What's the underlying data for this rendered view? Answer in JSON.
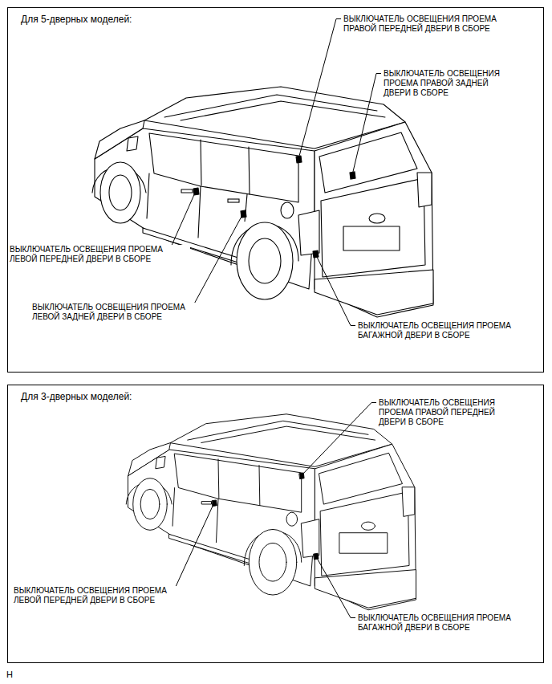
{
  "diagram": {
    "nodes": [
      {
        "text": [
          "Для 5-дверных моделей:"
        ]
      },
      {
        "text": [
          "Для 3-дверных моделей:"
        ]
      }
    ],
    "labels": [
      "ВЫКЛЮЧАТЕЛЬ ОСВЕЩЕНИЯ ПРОЕМА ПРАВОЙ ПЕРЕДНЕЙ ДВЕРИ В СБОРЕ",
      "ВЫКЛЮЧАТЕЛЬ ОСВЕЩЕНИЯ ПРОЕМА ПРАВОЙ ЗАДНЕЙ ДВЕРИ В СБОРЕ",
      "ВЫКЛЮЧАТЕЛЬ ОСВЕЩЕНИЯ ПРОЕМА ЛЕВОЙ ПЕРЕДНЕЙ ДВЕРИ В СБОРЕ",
      "ВЫКЛЮЧАТЕЛЬ ОСВЕЩЕНИЯ ПРОЕМА ЛЕВОЙ ЗАДНЕЙ ДВЕРИ В СБОРЕ",
      "ВЫКЛЮЧАТЕЛЬ ОСВЕЩЕНИЯ ПРОЕМА БАГАЖНОЙ ДВЕРИ В СБОРЕ",
      "ВЫКЛЮЧАТЕЛЬ ОСВЕЩЕНИЯ ПРОЕМА ПРАВОЙ ПЕРЕДНЕЙ ДВЕРИ В СБОРЕ",
      "ВЫКЛЮЧАТЕЛЬ ОСВЕЩЕНИЯ ПРОЕМА ЛЕВОЙ ПЕРЕДНЕЙ ДВЕРИ В СБОРЕ",
      "ВЫКЛЮЧАТЕЛЬ ОСВЕЩЕНИЯ ПРОЕМА БАГАЖНОЙ ДВЕРИ В СБОРЕ",
      "H"
    ]
  }
}
